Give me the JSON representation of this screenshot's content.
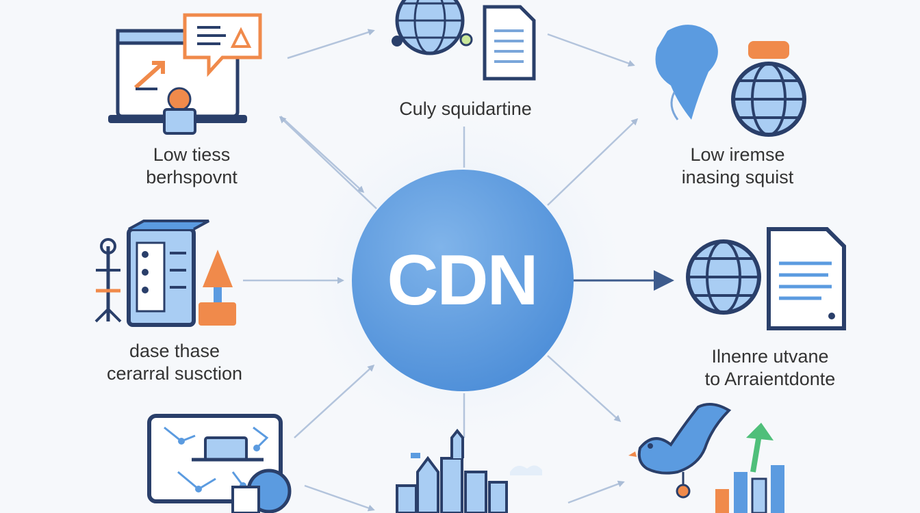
{
  "hub": {
    "label": "CDN"
  },
  "nodes": {
    "top_left": {
      "lines": [
        "Low tiess",
        "berhspovnt"
      ]
    },
    "top_center": {
      "lines": [
        "Culy squidartine"
      ]
    },
    "top_right": {
      "lines": [
        "Low iremse",
        "inasing squist"
      ]
    },
    "middle_left": {
      "lines": [
        "dase thase",
        "cerarral susction"
      ]
    },
    "middle_right": {
      "lines": [
        "Ilnenre utvane",
        "to Arraientdonte"
      ]
    }
  },
  "icons": {
    "top_left": "laptop-chat-icon",
    "top_center": "globe-document-icon",
    "top_right": "world-globe-icon",
    "middle_left": "server-rack-icon",
    "middle_right": "globe-webpage-icon",
    "bottom_left": "network-map-icon",
    "bottom_center": "city-skyline-icon",
    "bottom_right": "bird-growth-chart-icon"
  },
  "colors": {
    "hub": "#5b9be0",
    "icon_stroke": "#2a3f6a",
    "icon_fill": "#a9cdf3",
    "accent": "#f08a4b",
    "arrow": "#a9bcd6",
    "label": "#333333"
  }
}
